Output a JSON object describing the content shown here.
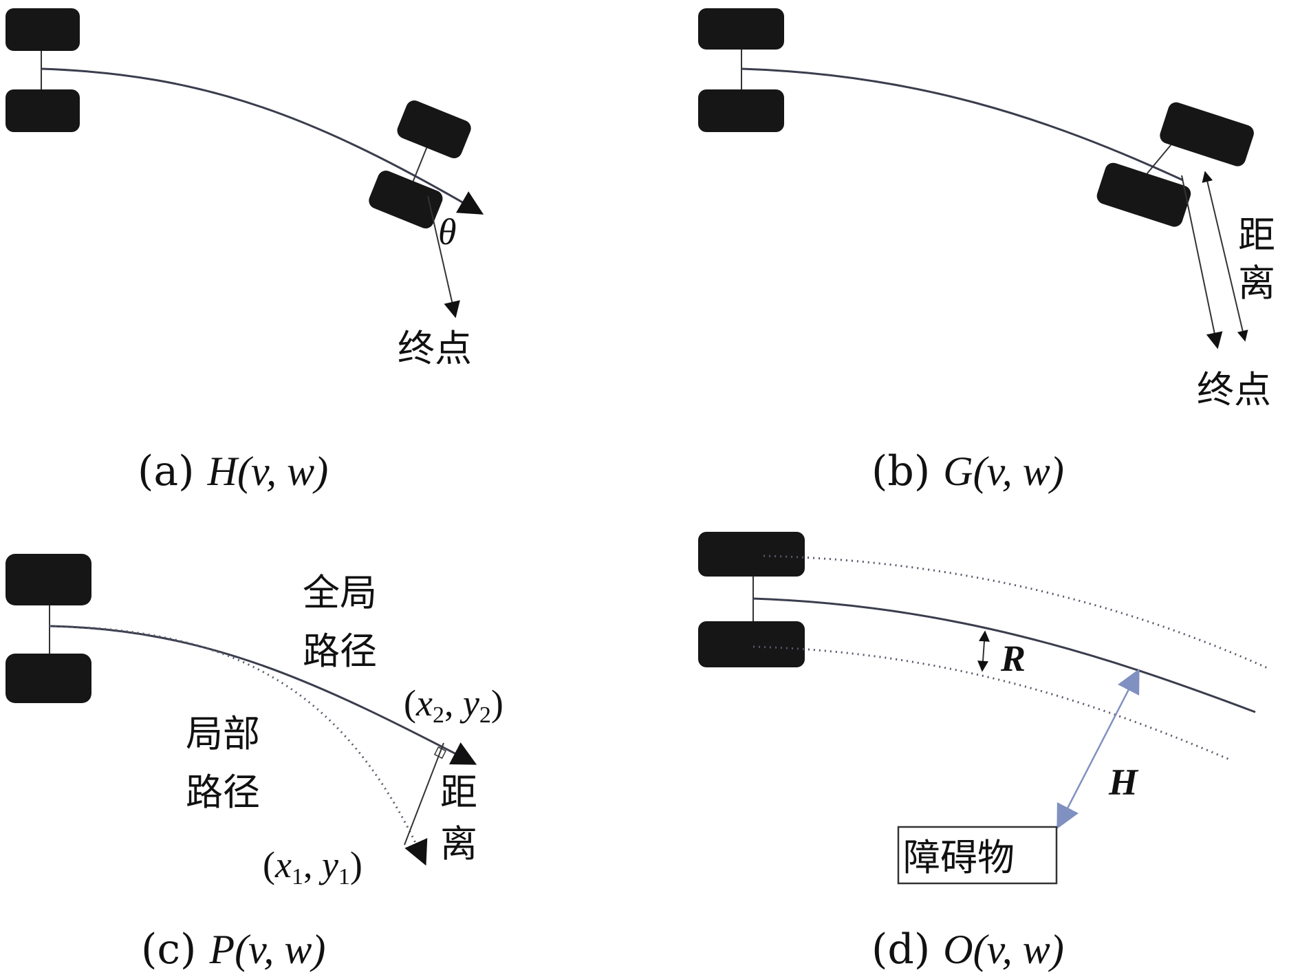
{
  "panels": {
    "a": {
      "caption": {
        "prefix": "(a) ",
        "func": "H",
        "args": "(v, w)"
      },
      "angle_label": "θ",
      "goal_label": "终点"
    },
    "b": {
      "caption": {
        "prefix": "(b) ",
        "func": "G",
        "args": "(v, w)"
      },
      "distance_label_1": "距",
      "distance_label_2": "离",
      "goal_label": "终点"
    },
    "c": {
      "caption": {
        "prefix": "(c) ",
        "func": "P",
        "args": "(v, w)"
      },
      "global_path_1": "全局",
      "global_path_2": "路径",
      "local_path_1": "局部",
      "local_path_2": "路径",
      "p2": {
        "open": "(",
        "x": "x",
        "xsub": "2",
        "sep": ", ",
        "y": "y",
        "ysub": "2",
        "close": ")"
      },
      "p1": {
        "open": "(",
        "x": "x",
        "xsub": "1",
        "sep": ", ",
        "y": "y",
        "ysub": "1",
        "close": ")"
      },
      "distance_label_1": "距",
      "distance_label_2": "离"
    },
    "d": {
      "caption": {
        "prefix": "(d) ",
        "func": "O",
        "args": "(v, w)"
      },
      "radius_label": "R",
      "height_label": "H",
      "obstacle_label": "障碍物"
    }
  },
  "colors": {
    "wheel": "#161616",
    "path": "#3a3d4d",
    "obstacle_arrow": "#8090c0"
  }
}
